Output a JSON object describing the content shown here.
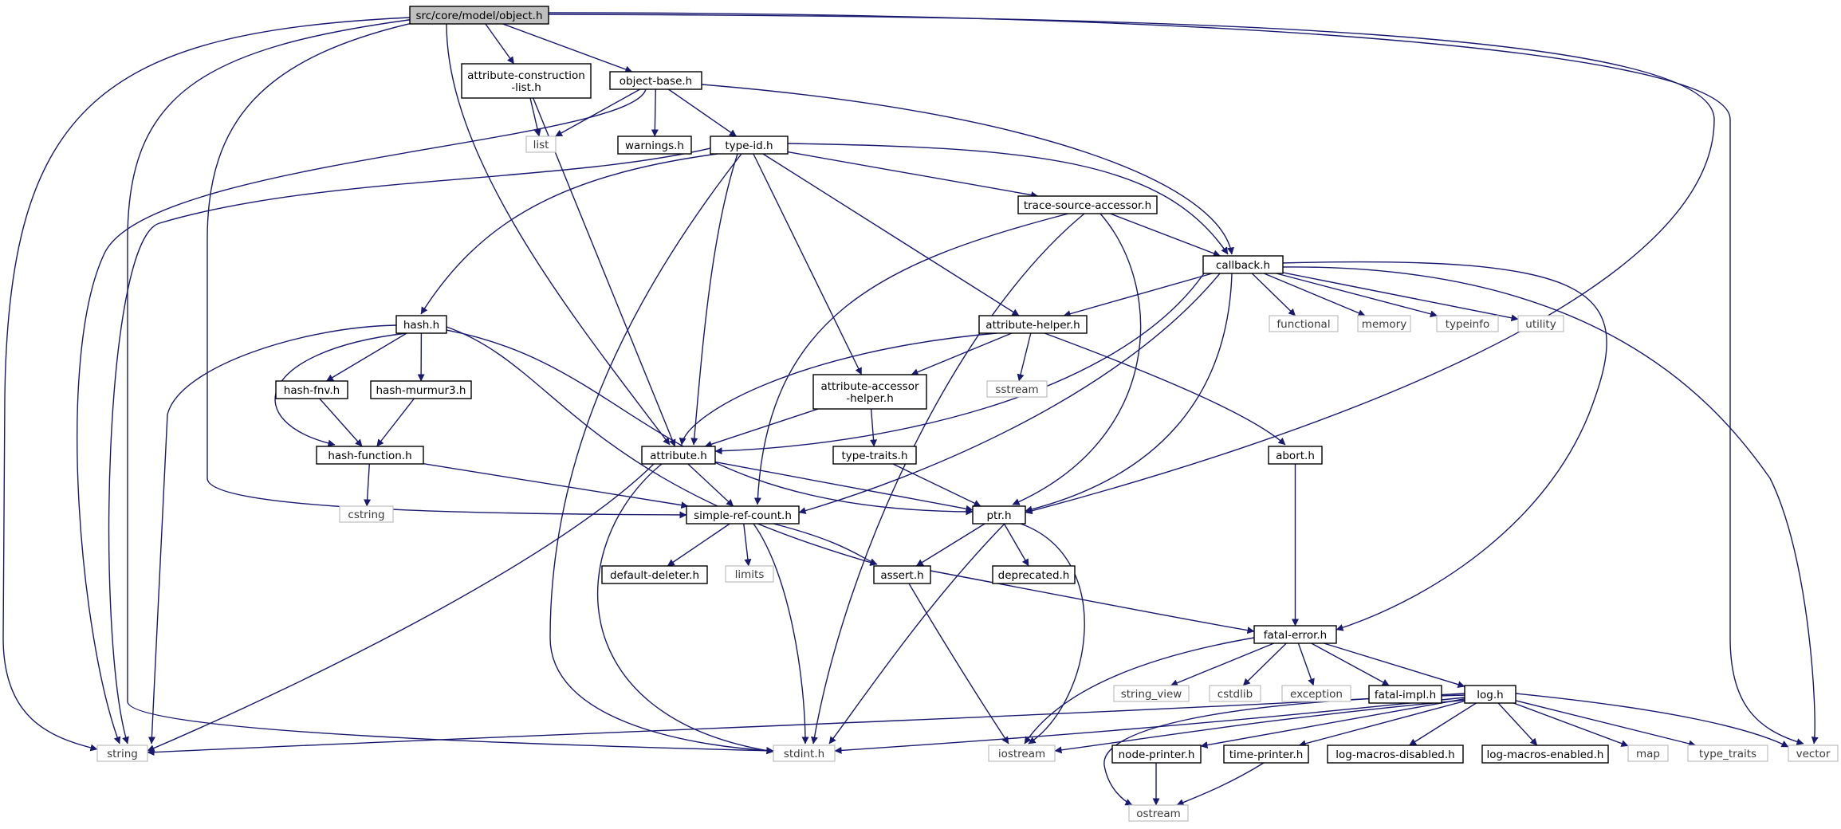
{
  "diagram": {
    "nodes": [
      {
        "id": "object",
        "kind": "root",
        "lines": [
          "src/core/model/object.h"
        ]
      },
      {
        "id": "acl",
        "kind": "doc",
        "lines": [
          "attribute-construction",
          "-list.h"
        ]
      },
      {
        "id": "objbase",
        "kind": "doc",
        "lines": [
          "object-base.h"
        ]
      },
      {
        "id": "list",
        "kind": "ext",
        "lines": [
          "list"
        ]
      },
      {
        "id": "warnings",
        "kind": "doc",
        "lines": [
          "warnings.h"
        ]
      },
      {
        "id": "typeid",
        "kind": "doc",
        "lines": [
          "type-id.h"
        ]
      },
      {
        "id": "tsa",
        "kind": "doc",
        "lines": [
          "trace-source-accessor.h"
        ]
      },
      {
        "id": "callback",
        "kind": "doc",
        "lines": [
          "callback.h"
        ]
      },
      {
        "id": "hash",
        "kind": "doc",
        "lines": [
          "hash.h"
        ]
      },
      {
        "id": "functional",
        "kind": "ext",
        "lines": [
          "functional"
        ]
      },
      {
        "id": "memory",
        "kind": "ext",
        "lines": [
          "memory"
        ]
      },
      {
        "id": "typeinfo",
        "kind": "ext",
        "lines": [
          "typeinfo"
        ]
      },
      {
        "id": "utility",
        "kind": "ext",
        "lines": [
          "utility"
        ]
      },
      {
        "id": "ahelper",
        "kind": "doc",
        "lines": [
          "attribute-helper.h"
        ]
      },
      {
        "id": "hashfnv",
        "kind": "doc",
        "lines": [
          "hash-fnv.h"
        ]
      },
      {
        "id": "murmur",
        "kind": "doc",
        "lines": [
          "hash-murmur3.h"
        ]
      },
      {
        "id": "sstream",
        "kind": "ext",
        "lines": [
          "sstream"
        ]
      },
      {
        "id": "aah",
        "kind": "doc",
        "lines": [
          "attribute-accessor",
          "-helper.h"
        ]
      },
      {
        "id": "hashfn",
        "kind": "doc",
        "lines": [
          "hash-function.h"
        ]
      },
      {
        "id": "attribute",
        "kind": "doc",
        "lines": [
          "attribute.h"
        ]
      },
      {
        "id": "typetraits",
        "kind": "doc",
        "lines": [
          "type-traits.h"
        ]
      },
      {
        "id": "abort",
        "kind": "doc",
        "lines": [
          "abort.h"
        ]
      },
      {
        "id": "cstring",
        "kind": "ext",
        "lines": [
          "cstring"
        ]
      },
      {
        "id": "src",
        "kind": "doc",
        "lines": [
          "simple-ref-count.h"
        ]
      },
      {
        "id": "ptr",
        "kind": "doc",
        "lines": [
          "ptr.h"
        ]
      },
      {
        "id": "dd",
        "kind": "doc",
        "lines": [
          "default-deleter.h"
        ]
      },
      {
        "id": "limits",
        "kind": "ext",
        "lines": [
          "limits"
        ]
      },
      {
        "id": "assert",
        "kind": "doc",
        "lines": [
          "assert.h"
        ]
      },
      {
        "id": "deprecated",
        "kind": "doc",
        "lines": [
          "deprecated.h"
        ]
      },
      {
        "id": "fatal",
        "kind": "doc",
        "lines": [
          "fatal-error.h"
        ]
      },
      {
        "id": "sv",
        "kind": "ext",
        "lines": [
          "string_view"
        ]
      },
      {
        "id": "cstdlib",
        "kind": "ext",
        "lines": [
          "cstdlib"
        ]
      },
      {
        "id": "exception",
        "kind": "ext",
        "lines": [
          "exception"
        ]
      },
      {
        "id": "fimpl",
        "kind": "doc",
        "lines": [
          "fatal-impl.h"
        ]
      },
      {
        "id": "log",
        "kind": "doc",
        "lines": [
          "log.h"
        ]
      },
      {
        "id": "string",
        "kind": "ext",
        "lines": [
          "string"
        ]
      },
      {
        "id": "stdint",
        "kind": "ext",
        "lines": [
          "stdint.h"
        ]
      },
      {
        "id": "iostream",
        "kind": "ext",
        "lines": [
          "iostream"
        ]
      },
      {
        "id": "nodep",
        "kind": "doc",
        "lines": [
          "node-printer.h"
        ]
      },
      {
        "id": "timep",
        "kind": "doc",
        "lines": [
          "time-printer.h"
        ]
      },
      {
        "id": "lmd",
        "kind": "doc",
        "lines": [
          "log-macros-disabled.h"
        ]
      },
      {
        "id": "lme",
        "kind": "doc",
        "lines": [
          "log-macros-enabled.h"
        ]
      },
      {
        "id": "map",
        "kind": "ext",
        "lines": [
          "map"
        ]
      },
      {
        "id": "tt",
        "kind": "ext",
        "lines": [
          "type_traits"
        ]
      },
      {
        "id": "vector",
        "kind": "ext",
        "lines": [
          "vector"
        ]
      },
      {
        "id": "ostream",
        "kind": "ext",
        "lines": [
          "ostream"
        ]
      }
    ],
    "edges": [
      [
        "object",
        "acl"
      ],
      [
        "object",
        "objbase"
      ],
      [
        "object",
        "attribute"
      ],
      [
        "object",
        "ptr"
      ],
      [
        "object",
        "src"
      ],
      [
        "object",
        "string"
      ],
      [
        "object",
        "stdint"
      ],
      [
        "object",
        "vector"
      ],
      [
        "acl",
        "list"
      ],
      [
        "acl",
        "attribute"
      ],
      [
        "objbase",
        "list"
      ],
      [
        "objbase",
        "warnings"
      ],
      [
        "objbase",
        "typeid"
      ],
      [
        "objbase",
        "string"
      ],
      [
        "objbase",
        "callback"
      ],
      [
        "typeid",
        "tsa"
      ],
      [
        "typeid",
        "callback"
      ],
      [
        "typeid",
        "hash"
      ],
      [
        "typeid",
        "ahelper"
      ],
      [
        "typeid",
        "aah"
      ],
      [
        "typeid",
        "attribute"
      ],
      [
        "typeid",
        "stdint"
      ],
      [
        "typeid",
        "string"
      ],
      [
        "tsa",
        "callback"
      ],
      [
        "tsa",
        "src"
      ],
      [
        "tsa",
        "ptr"
      ],
      [
        "tsa",
        "stdint"
      ],
      [
        "callback",
        "ahelper"
      ],
      [
        "callback",
        "attribute"
      ],
      [
        "callback",
        "src"
      ],
      [
        "callback",
        "ptr"
      ],
      [
        "callback",
        "functional"
      ],
      [
        "callback",
        "memory"
      ],
      [
        "callback",
        "typeinfo"
      ],
      [
        "callback",
        "utility"
      ],
      [
        "callback",
        "fatal"
      ],
      [
        "callback",
        "vector"
      ],
      [
        "ahelper",
        "sstream"
      ],
      [
        "ahelper",
        "aah"
      ],
      [
        "ahelper",
        "attribute"
      ],
      [
        "ahelper",
        "abort"
      ],
      [
        "hash",
        "hashfnv"
      ],
      [
        "hash",
        "murmur"
      ],
      [
        "hash",
        "hashfn"
      ],
      [
        "hash",
        "string"
      ],
      [
        "hash",
        "assert"
      ],
      [
        "hash",
        "ptr"
      ],
      [
        "hashfnv",
        "hashfn"
      ],
      [
        "murmur",
        "hashfn"
      ],
      [
        "hashfn",
        "cstring"
      ],
      [
        "hashfn",
        "src"
      ],
      [
        "aah",
        "attribute"
      ],
      [
        "aah",
        "typetraits"
      ],
      [
        "attribute",
        "src"
      ],
      [
        "attribute",
        "ptr"
      ],
      [
        "attribute",
        "string"
      ],
      [
        "attribute",
        "stdint"
      ],
      [
        "typetraits",
        "ptr"
      ],
      [
        "abort",
        "fatal"
      ],
      [
        "src",
        "dd"
      ],
      [
        "src",
        "limits"
      ],
      [
        "src",
        "assert"
      ],
      [
        "src",
        "stdint"
      ],
      [
        "ptr",
        "assert"
      ],
      [
        "ptr",
        "deprecated"
      ],
      [
        "ptr",
        "stdint"
      ],
      [
        "ptr",
        "iostream"
      ],
      [
        "assert",
        "fatal"
      ],
      [
        "assert",
        "iostream"
      ],
      [
        "fatal",
        "sv"
      ],
      [
        "fatal",
        "cstdlib"
      ],
      [
        "fatal",
        "exception"
      ],
      [
        "fatal",
        "fimpl"
      ],
      [
        "fatal",
        "log"
      ],
      [
        "fatal",
        "iostream"
      ],
      [
        "log",
        "string"
      ],
      [
        "log",
        "stdint"
      ],
      [
        "log",
        "iostream"
      ],
      [
        "log",
        "nodep"
      ],
      [
        "log",
        "timep"
      ],
      [
        "log",
        "lmd"
      ],
      [
        "log",
        "lme"
      ],
      [
        "log",
        "map"
      ],
      [
        "log",
        "tt"
      ],
      [
        "log",
        "vector"
      ],
      [
        "log",
        "ostream"
      ],
      [
        "nodep",
        "ostream"
      ],
      [
        "timep",
        "ostream"
      ]
    ]
  }
}
